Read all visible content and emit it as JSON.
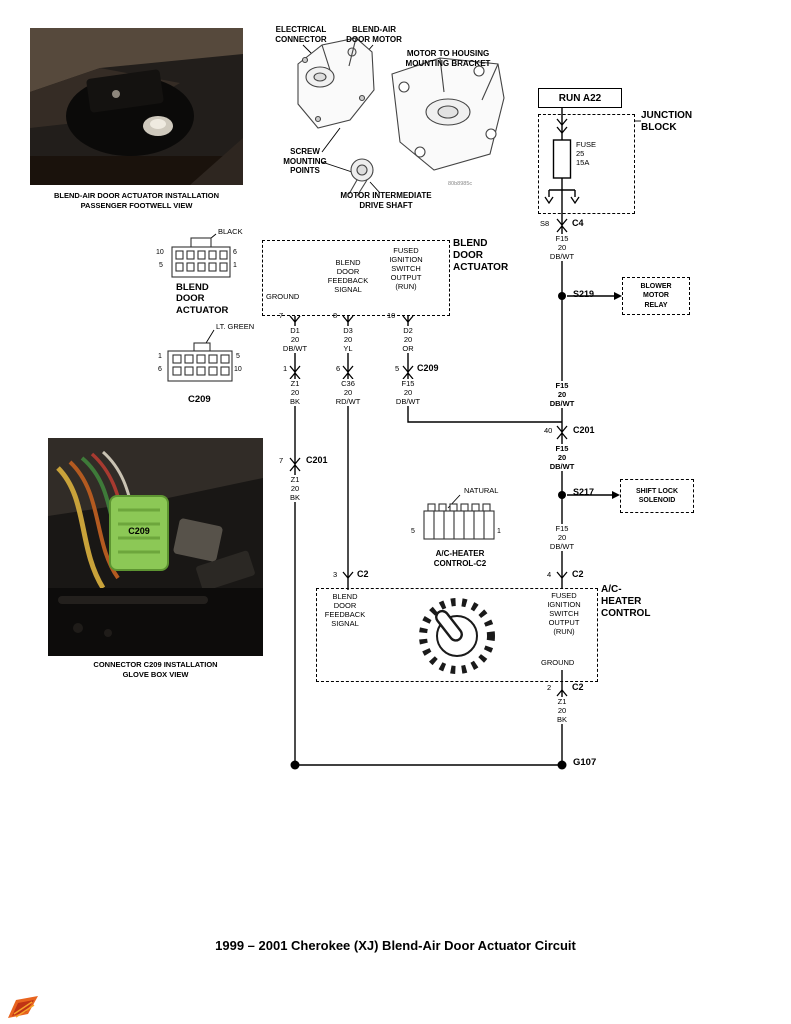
{
  "title": "1999 – 2001 Cherokee (XJ) Blend-Air Door Actuator Circuit",
  "photo_footwell": {
    "caption1": "BLEND-AIR DOOR ACTUATOR  INSTALLATION",
    "caption2": "PASSENGER FOOTWELL VIEW"
  },
  "photo_glovebox": {
    "caption1": "CONNECTOR C209 INSTALLATION",
    "caption2": "GLOVE BOX VIEW",
    "connector_tag": "C209"
  },
  "motor": {
    "electrical_connector": "ELECTRICAL\nCONNECTOR",
    "door_motor": "BLEND-AIR\nDOOR MOTOR",
    "mounting_bracket": "MOTOR TO HOUSING\nMOUNTING BRACKET",
    "screw_points": "SCREW\nMOUNTING\nPOINTS",
    "drive_shaft": "MOTOR INTERMEDIATE\nDRIVE SHAFT",
    "fig_code": "80b8985c"
  },
  "junction": {
    "run_label": "RUN A22",
    "name": "JUNCTION\nBLOCK",
    "fuse": "FUSE\n25\n15A",
    "s8": "S8",
    "c4": "C4"
  },
  "left_connectors": {
    "actuator_color": "BLACK",
    "actuator_name": "BLEND\nDOOR\nACTUATOR",
    "actuator_pins": {
      "tl": "10",
      "tr": "6",
      "bl": "5",
      "br": "1"
    },
    "c209_color": "LT. GREEN",
    "c209_name": "C209",
    "c209_pins": {
      "tl": "1",
      "tr": "5",
      "bl": "6",
      "br": "10"
    }
  },
  "actuator_box": {
    "name": "BLEND\nDOOR\nACTUATOR",
    "ground": "GROUND",
    "feedback": "BLEND\nDOOR\nFEEDBACK\nSIGNAL",
    "fused": "FUSED\nIGNITION\nSWITCH\nOUTPUT\n(RUN)",
    "pin7": "7",
    "pin8": "8",
    "pin10": "10"
  },
  "c209_inline": {
    "pin1": "1",
    "pin6": "6",
    "pin5": "5",
    "name": "C209"
  },
  "c201_left": {
    "pin": "7",
    "name": "C201"
  },
  "c201_right": {
    "pin": "40",
    "name": "C201"
  },
  "wires": {
    "d1": "D1\n20\nDB/WT",
    "d3": "D3\n20\nYL",
    "d2": "D2\n20\nOR",
    "z1_a": "Z1\n20\nBK",
    "c36": "C36\n20\nRD/WT",
    "f15_a": "F15\n20\nDB/WT",
    "z1_b": "Z1\n20\nBK",
    "f15_top": "F15\n20\nDB/WT",
    "f15_mid1": "F15\n20\nDB/WT",
    "f15_mid2": "F15\n20\nDB/WT",
    "f15_low": "F15\n20\nDB/WT",
    "z1_c": "Z1\n20\nBK"
  },
  "splices": {
    "s219": "S219",
    "s217": "S217",
    "g107": "G107"
  },
  "side_boxes": {
    "blower": "BLOWER\nMOTOR\nRELAY",
    "shift": "SHIFT LOCK\nSOLENOID"
  },
  "ac_connector": {
    "color": "NATURAL",
    "pin5": "5",
    "pin1": "1",
    "name": "A/C-HEATER\nCONTROL-C2"
  },
  "ac_box": {
    "name": "A/C-\nHEATER\nCONTROL",
    "feedback": "BLEND\nDOOR\nFEEDBACK\nSIGNAL",
    "fused": "FUSED\nIGNITION\nSWITCH\nOUTPUT\n(RUN)",
    "ground": "GROUND",
    "pin3": "3",
    "pin4": "4",
    "pin2": "2",
    "c2_a": "C2",
    "c2_b": "C2",
    "c2_c": "C2"
  }
}
